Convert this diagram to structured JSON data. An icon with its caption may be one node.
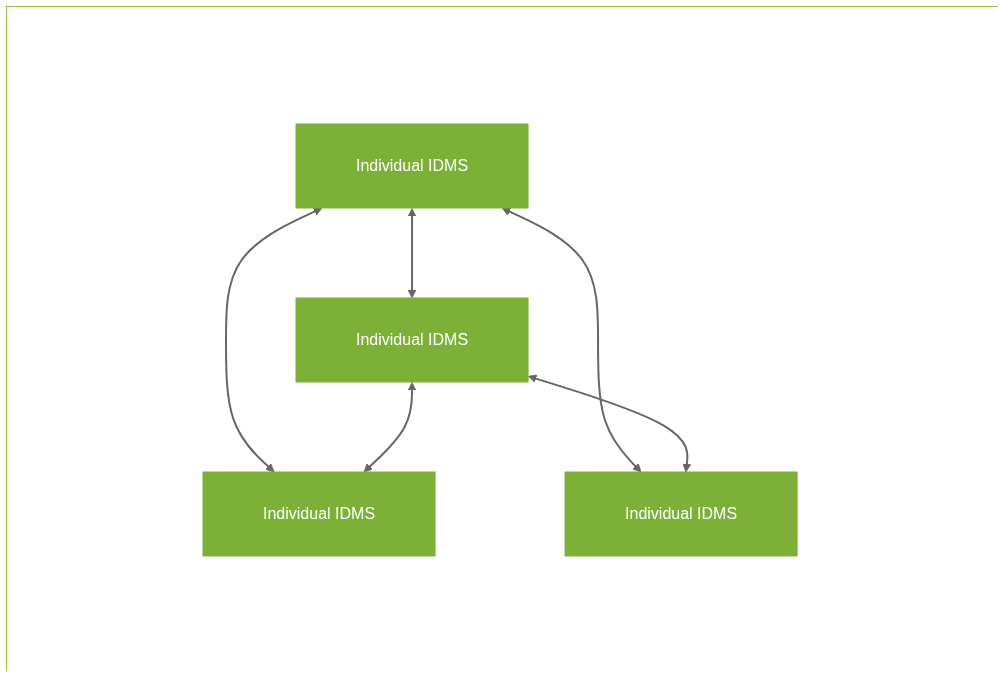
{
  "diagram": {
    "nodes": [
      {
        "text": [
          "Individual IDMS"
        ]
      },
      {
        "text": [
          "Individual IDMS"
        ]
      },
      {
        "text": [
          "Individual IDMS"
        ]
      },
      {
        "text": [
          "Individual IDMS"
        ]
      }
    ],
    "edges": [
      {
        "from": 0,
        "to": 1,
        "arrow": "both"
      },
      {
        "from": 0,
        "to": 2,
        "arrow": "both"
      },
      {
        "from": 0,
        "to": 3,
        "arrow": "both"
      },
      {
        "from": 1,
        "to": 2,
        "arrow": "both"
      },
      {
        "from": 1,
        "to": 3,
        "arrow": "both"
      }
    ]
  }
}
